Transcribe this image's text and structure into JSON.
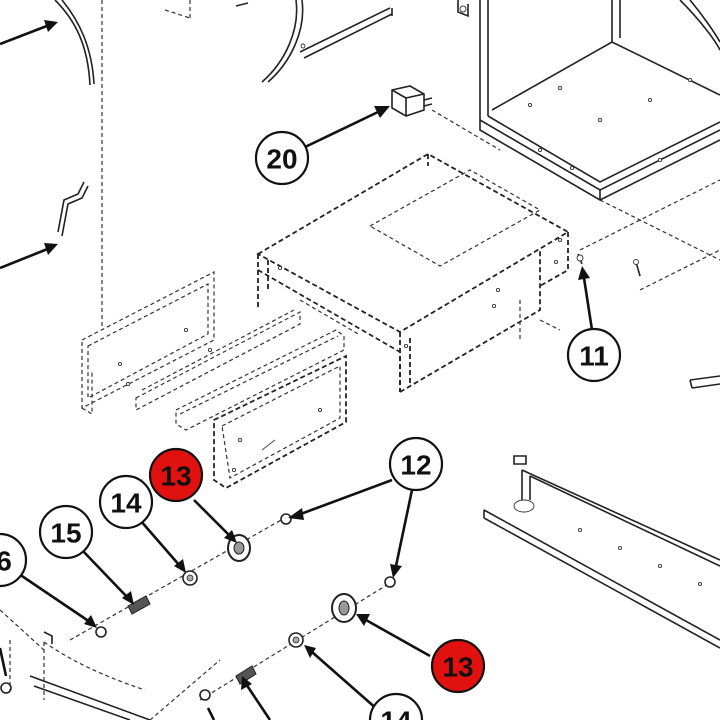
{
  "callouts": [
    {
      "id": "c20",
      "label": "20",
      "highlight": false
    },
    {
      "id": "c11",
      "label": "11",
      "highlight": false
    },
    {
      "id": "c12",
      "label": "12",
      "highlight": false
    },
    {
      "id": "c13a",
      "label": "13",
      "highlight": true
    },
    {
      "id": "c14a",
      "label": "14",
      "highlight": false
    },
    {
      "id": "c15",
      "label": "15",
      "highlight": false
    },
    {
      "id": "c16",
      "label": "6",
      "highlight": false
    },
    {
      "id": "c13b",
      "label": "13",
      "highlight": true
    },
    {
      "id": "c14b",
      "label": "14",
      "highlight": false
    }
  ],
  "colors": {
    "highlight": "#e0110f",
    "normal": "#ffffff",
    "ink": "#111111"
  }
}
